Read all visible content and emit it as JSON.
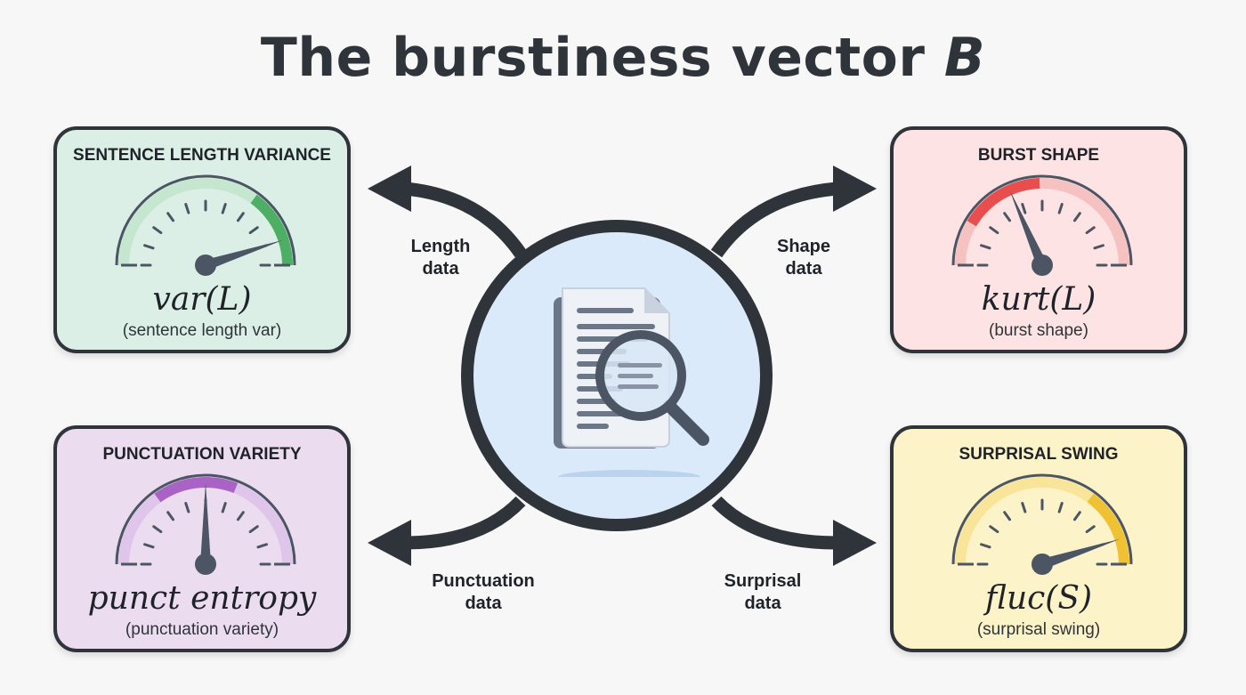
{
  "title": {
    "prefix": "The burstiness vector",
    "symbol": "B"
  },
  "colors": {
    "outline": "#2f343b",
    "hub_fill": "#dbeafb",
    "length_card": "#dcefe6",
    "length_accent": "#4caf63",
    "shape_card": "#fde3e3",
    "shape_accent": "#e94e4e",
    "punct_card": "#ecdcf0",
    "punct_accent": "#a863c4",
    "surprisal_card": "#fdf3c8",
    "surprisal_accent": "#f0c233"
  },
  "hub": {
    "icon": "document-magnifier-icon"
  },
  "cards": {
    "length": {
      "title": "SENTENCE LENGTH VARIANCE",
      "formula": "var(L)",
      "description": "(sentence length var)",
      "gauge_level": 0.9,
      "icon": "gauge-icon"
    },
    "shape": {
      "title": "BURST SHAPE",
      "formula": "kurt(L)",
      "description": "(burst shape)",
      "gauge_level": 0.37,
      "icon": "gauge-icon"
    },
    "punct": {
      "title": "PUNCTUATION VARIETY",
      "formula": "punct entropy",
      "description": "(punctuation variety)",
      "gauge_level": 0.5,
      "icon": "gauge-icon"
    },
    "surprisal": {
      "title": "SURPRISAL SWING",
      "formula": "fluc(S)",
      "description": "(surprisal swing)",
      "gauge_level": 0.9,
      "icon": "gauge-icon"
    }
  },
  "flows": {
    "length": {
      "line1": "Length",
      "line2": "data"
    },
    "shape": {
      "line1": "Shape",
      "line2": "data"
    },
    "punct": {
      "line1": "Punctuation",
      "line2": "data"
    },
    "surprisal": {
      "line1": "Surprisal",
      "line2": "data"
    }
  }
}
